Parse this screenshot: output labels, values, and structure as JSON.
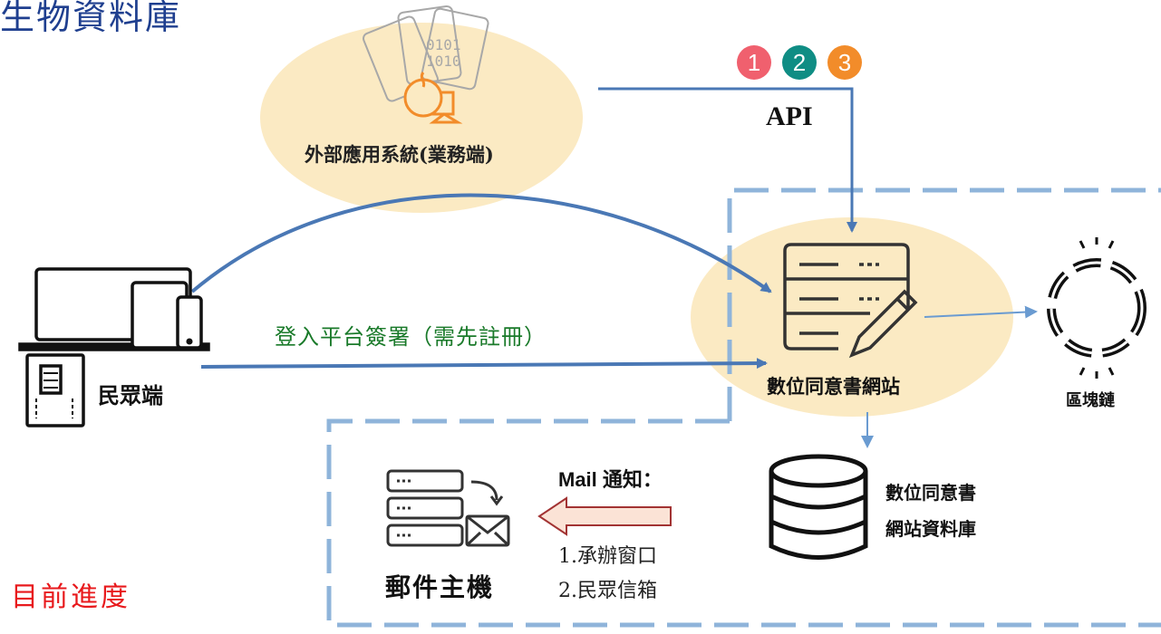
{
  "title": "生物資料庫",
  "progress_label": "目前進度",
  "external_system": {
    "label": "外部應用系統(業務端)",
    "icon": "apps-cards-icon"
  },
  "api": {
    "label": "API",
    "steps": [
      {
        "num": "1",
        "color": "#f0606e"
      },
      {
        "num": "2",
        "color": "#0f8d84"
      },
      {
        "num": "3",
        "color": "#f28c2a"
      }
    ]
  },
  "citizen": {
    "label": "民眾端",
    "icon": "devices-icon"
  },
  "login_label": "登入平台簽署（需先註冊）",
  "site": {
    "label": "數位同意書網站",
    "icon": "server-edit-icon"
  },
  "blockchain": {
    "label": "區塊鏈",
    "icon": "chain-icon"
  },
  "database": {
    "line1": "數位同意書",
    "line2": "網站資料庫",
    "icon": "database-icon"
  },
  "mail": {
    "title": "Mail 通知：",
    "items": [
      "1.承辦窗口",
      "2.民眾信箱"
    ]
  },
  "mailhost": {
    "label": "郵件主機",
    "icon": "mail-server-icon"
  },
  "colors": {
    "arrow": "#4a78b5",
    "dash": "#8fb4da",
    "ellipse": "#fbeac3",
    "green_text": "#1a7a2a",
    "title": "#1f3f8f",
    "progress": "#e8191c"
  }
}
